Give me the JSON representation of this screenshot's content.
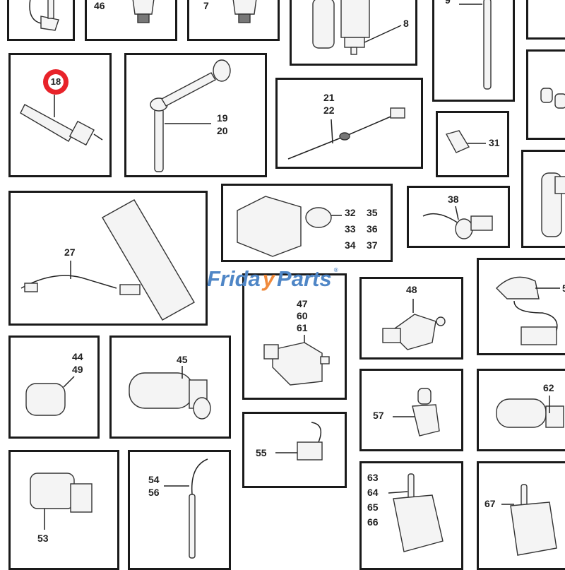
{
  "diagram": {
    "highlight_color": "#e8232a",
    "highlighted_callout": "18",
    "watermark": {
      "part1": "Frida",
      "part2": "y",
      "part3": "Parts",
      "mark": "®"
    },
    "boxes": [
      {
        "id": "a",
        "labels": []
      },
      {
        "id": "b",
        "labels": [
          "46"
        ]
      },
      {
        "id": "c",
        "labels": [
          "7"
        ]
      },
      {
        "id": "d",
        "labels": [
          "8"
        ]
      },
      {
        "id": "e",
        "labels": [
          "9"
        ]
      },
      {
        "id": "f",
        "labels": []
      },
      {
        "id": "g",
        "labels": [
          "18"
        ]
      },
      {
        "id": "h",
        "labels": [
          "19",
          "20"
        ]
      },
      {
        "id": "i",
        "labels": [
          "21",
          "22"
        ]
      },
      {
        "id": "j",
        "labels": []
      },
      {
        "id": "k",
        "labels": [
          "31"
        ]
      },
      {
        "id": "l",
        "labels": []
      },
      {
        "id": "m",
        "labels": [
          "27"
        ]
      },
      {
        "id": "n",
        "labels": [
          "32",
          "35",
          "33",
          "36",
          "34",
          "37"
        ]
      },
      {
        "id": "o",
        "labels": [
          "38"
        ]
      },
      {
        "id": "p",
        "labels": [
          "47",
          "60",
          "61"
        ]
      },
      {
        "id": "q",
        "labels": [
          "48"
        ]
      },
      {
        "id": "r",
        "labels": [
          "5"
        ]
      },
      {
        "id": "s",
        "labels": [
          "44",
          "49"
        ]
      },
      {
        "id": "t",
        "labels": [
          "45"
        ]
      },
      {
        "id": "u",
        "labels": [
          "57"
        ]
      },
      {
        "id": "v",
        "labels": [
          "62"
        ]
      },
      {
        "id": "w",
        "labels": [
          "55"
        ]
      },
      {
        "id": "x",
        "labels": [
          "53"
        ]
      },
      {
        "id": "y",
        "labels": [
          "54",
          "56"
        ]
      },
      {
        "id": "z",
        "labels": [
          "63",
          "64",
          "65",
          "66"
        ]
      },
      {
        "id": "aa",
        "labels": [
          "67"
        ]
      }
    ]
  }
}
